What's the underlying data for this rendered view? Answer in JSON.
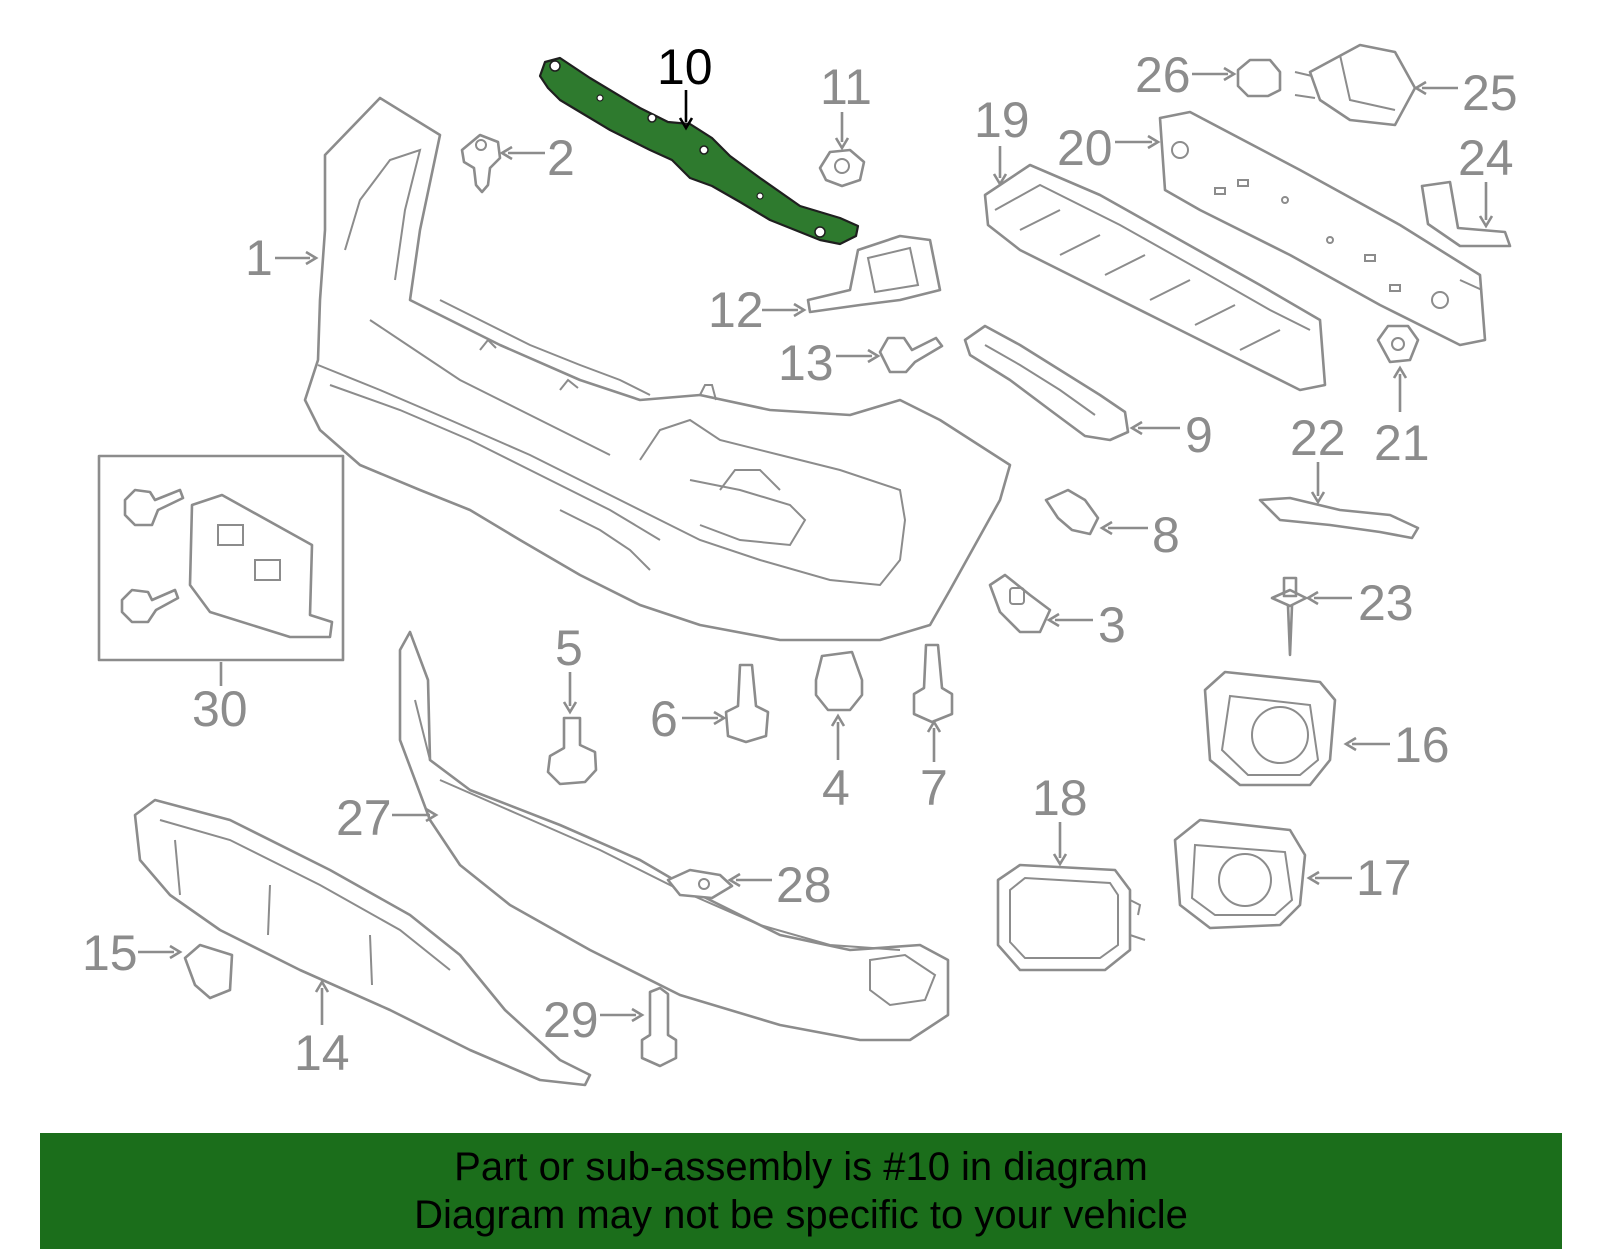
{
  "diagram": {
    "highlight_color": "#2e7a2e",
    "line_color": "#8c8c8c",
    "highlighted_callout": "10",
    "callouts": {
      "c1": "1",
      "c2": "2",
      "c3": "3",
      "c4": "4",
      "c5": "5",
      "c6": "6",
      "c7": "7",
      "c8": "8",
      "c9": "9",
      "c10": "10",
      "c11": "11",
      "c12": "12",
      "c13": "13",
      "c14": "14",
      "c15": "15",
      "c16": "16",
      "c17": "17",
      "c18": "18",
      "c19": "19",
      "c20": "20",
      "c21": "21",
      "c22": "22",
      "c23": "23",
      "c24": "24",
      "c25": "25",
      "c26": "26",
      "c27": "27",
      "c28": "28",
      "c29": "29",
      "c30": "30"
    }
  },
  "banner": {
    "color": "#1b6e1b",
    "line1": "Part or sub-assembly is #10 in diagram",
    "line2": "Diagram may not be specific to your vehicle"
  }
}
